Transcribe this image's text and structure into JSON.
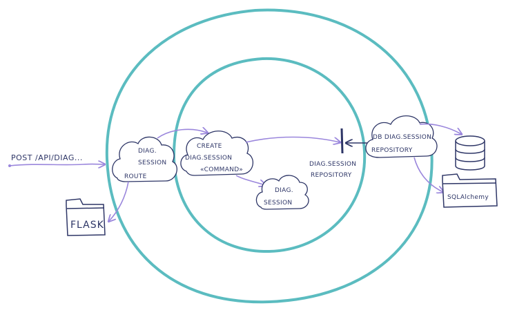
{
  "labels": {
    "entry": "POST /API/DIAG...",
    "route_line1": "DIAG.",
    "route_line2": "SESSION",
    "route_line3": "ROUTE",
    "command_line1": "CREATE",
    "command_line2": "DIAG.SESSION",
    "command_line3": "«COMMAND»",
    "session_line1": "DIAG.",
    "session_line2": "SESSION",
    "repo_if_line1": "DIAG.SESSION",
    "repo_if_line2": "REPOSITORY",
    "db_repo_line1": "DB DIAG.SESSION",
    "db_repo_line2": "REPOSITORY",
    "flask": "FLASK",
    "sqlalchemy": "SQLAlchemy"
  },
  "icons": {
    "database": "database-icon",
    "folder": "folder-icon",
    "cloud": "cloud-icon",
    "interface_bar": "interface-port-icon"
  },
  "colors": {
    "ring": "#5bbcc0",
    "ink": "#2d3566",
    "arrow": "#9a86dc"
  }
}
